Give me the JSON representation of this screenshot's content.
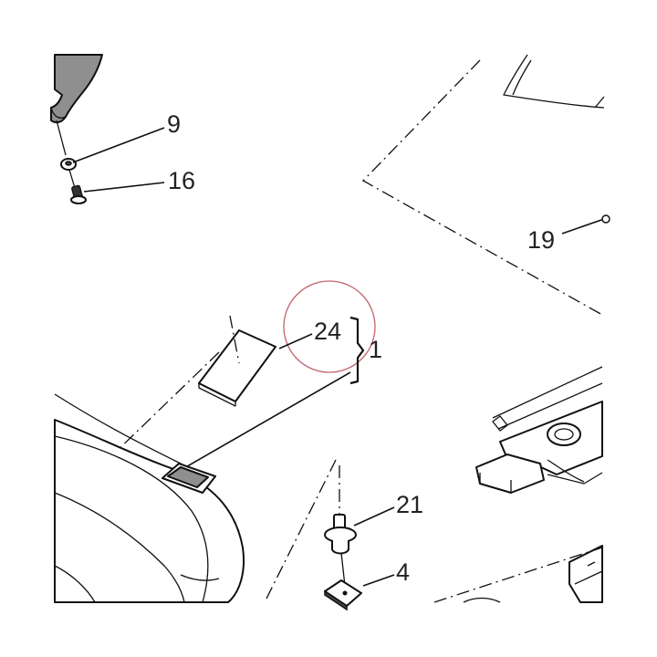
{
  "callouts": {
    "c9": "9",
    "c16": "16",
    "c19": "19",
    "c24": "24",
    "c1": "1",
    "c21": "21",
    "c4": "4"
  },
  "colors": {
    "highlight_circle": "#c0646e",
    "line": "#111111",
    "bracket_fill": "#8f8f8f"
  }
}
